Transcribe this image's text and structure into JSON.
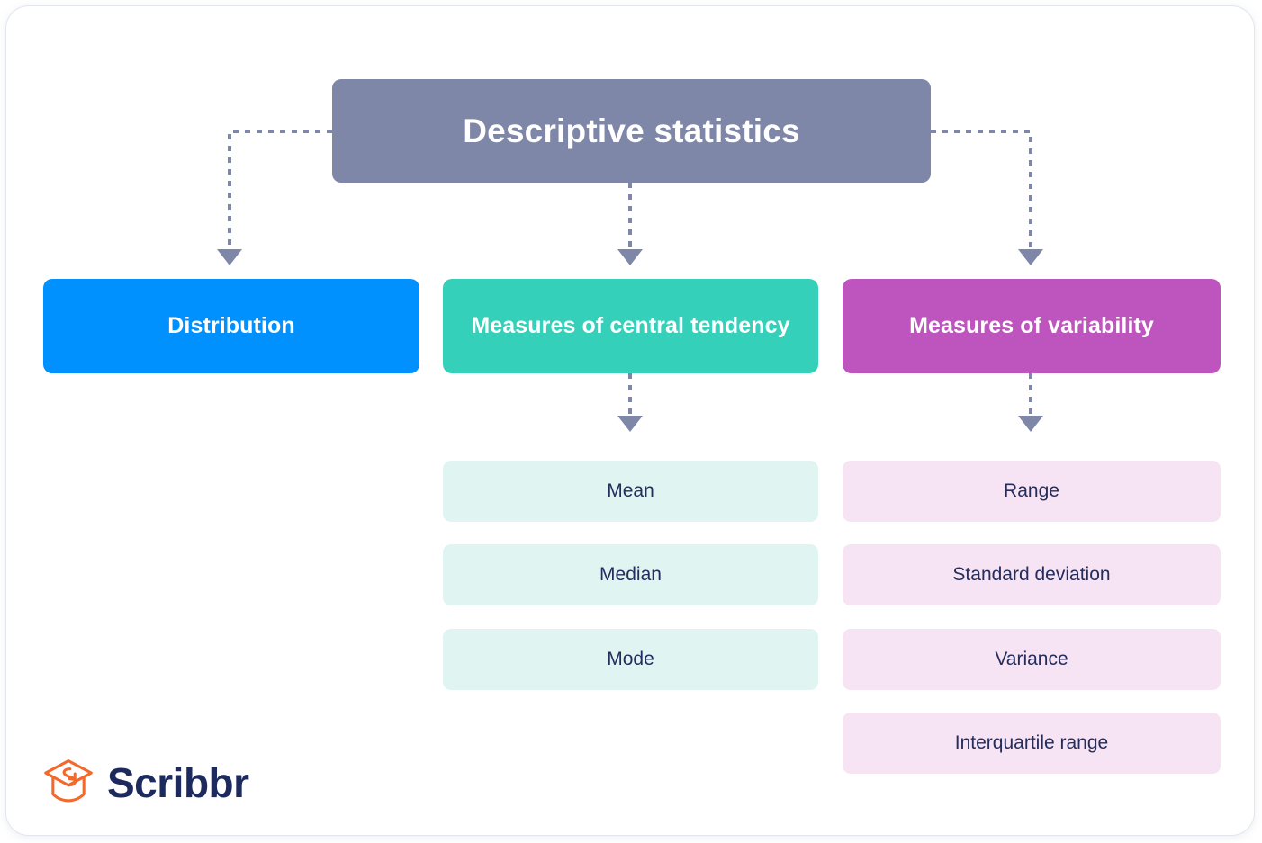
{
  "diagram": {
    "root": {
      "label": "Descriptive statistics",
      "color": "#7e87a8"
    },
    "branches": [
      {
        "id": "distribution",
        "label": "Distribution",
        "color": "#0091ff",
        "children": []
      },
      {
        "id": "central-tendency",
        "label": "Measures of central tendency",
        "color": "#35d0ba",
        "child_color": "#e0f4f1",
        "children": [
          "Mean",
          "Median",
          "Mode"
        ]
      },
      {
        "id": "variability",
        "label": "Measures of variability",
        "color": "#be55be",
        "child_color": "#f6e3f3",
        "children": [
          "Range",
          "Standard deviation",
          "Variance",
          "Interquartile range"
        ]
      }
    ],
    "connector_color": "#7e87a8",
    "leaf_text_color": "#242d5c"
  },
  "branding": {
    "name": "Scribbr",
    "mark_icon": "graduation-cap-icon",
    "mark_color": "#f4682a",
    "word_color": "#1d2a5e"
  }
}
